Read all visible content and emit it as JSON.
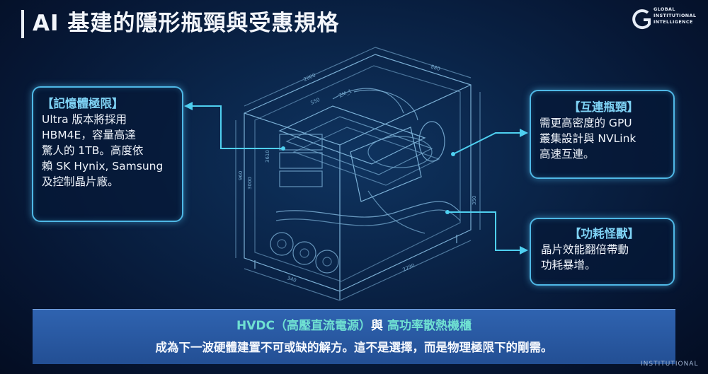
{
  "header": {
    "title": "AI 基建的隱形瓶頸與受惠規格",
    "logo_lines": [
      "GLOBAL",
      "INSTITUTIONAL",
      "INTELLIGENCE"
    ]
  },
  "callouts": {
    "memory": {
      "title": "【記憶體極限】",
      "body": "Ultra 版本將採用\nHBM4E，容量高達\n驚人的 1TB。高度依\n賴 SK Hynix, Samsung\n及控制晶片廠。"
    },
    "interconnect": {
      "title": "【互連瓶頸】",
      "body": "需更高密度的 GPU\n叢集設計與 NVLink\n高速互連。"
    },
    "power": {
      "title": "【功耗怪獸】",
      "body": "晶片效能翻倍帶動\n功耗暴增。"
    }
  },
  "diagram": {
    "dimension_labels": [
      "2000",
      "880",
      "550",
      "ZM_1",
      "960",
      "3000",
      "3610",
      "350",
      "2290",
      "340"
    ]
  },
  "banner": {
    "part1": "HVDC（高壓直流電源）",
    "connector": "與",
    "part2": "高功率散熱機櫃",
    "subtitle": "成為下一波硬體建置不可或缺的解方。這不是選擇，而是物理極限下的剛需。"
  },
  "footer": {
    "watermark": "INSTITUTIONAL"
  },
  "colors": {
    "background": "#06152e",
    "accent_cyan": "#4fb8e6",
    "highlight_teal": "#6fe0d2",
    "banner_blue": "#2a5aa3"
  }
}
